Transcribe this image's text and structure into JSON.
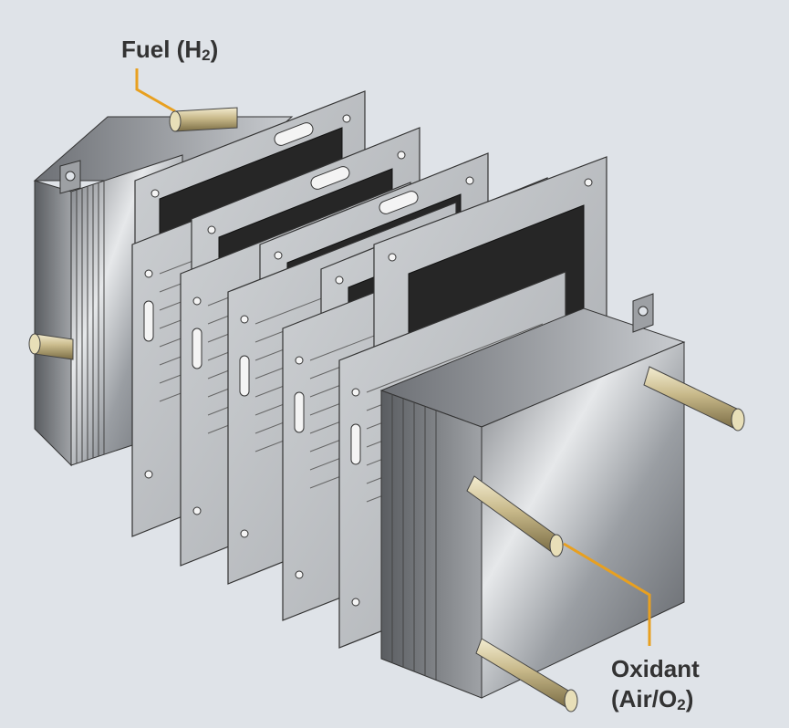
{
  "labels": {
    "fuel": {
      "text": "Fuel (H",
      "subscript": "2",
      "suffix": ")"
    },
    "oxidant": {
      "line1": "Oxidant",
      "line2_text": "(Air/O",
      "line2_subscript": "2",
      "line2_suffix": ")"
    }
  },
  "colors": {
    "background": "#dfe3e8",
    "leader_line": "#e8a020",
    "label_text": "#333333",
    "plate": "#b9bcc0",
    "membrane": "#262626",
    "rod": "#c8b98a"
  }
}
